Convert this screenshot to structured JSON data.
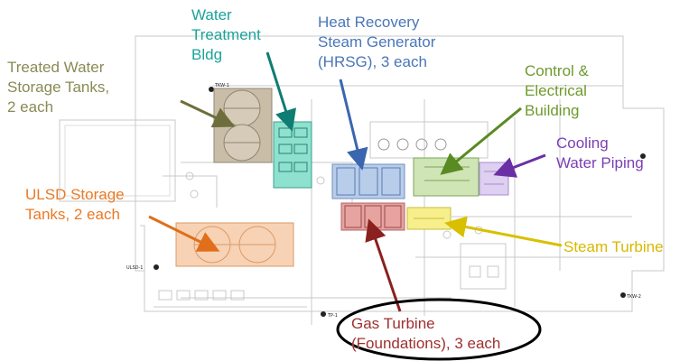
{
  "labels": {
    "treated_water": {
      "lines": [
        "Treated Water",
        "Storage Tanks,",
        "2 each"
      ],
      "color": "#8a8a55"
    },
    "water_treatment": {
      "lines": [
        "Water",
        "Treatment",
        "Bldg"
      ],
      "color": "#1aa39a"
    },
    "hrsg": {
      "lines": [
        "Heat Recovery",
        "Steam Generator",
        "(HRSG), 3 each"
      ],
      "color": "#4a76b8"
    },
    "control_electrical": {
      "lines": [
        "Control &",
        "Electrical",
        "Building"
      ],
      "color": "#6f9a2e"
    },
    "cooling_water": {
      "lines": [
        "Cooling",
        "Water Piping"
      ],
      "color": "#7a3fb5"
    },
    "ulsd": {
      "lines": [
        "ULSD Storage",
        "Tanks, 2 each"
      ],
      "color": "#ea7a26"
    },
    "steam_turbine": {
      "lines": [
        "Steam Turbine"
      ],
      "color": "#d8b800"
    },
    "gas_turbine": {
      "lines": [
        "Gas Turbine",
        "(Foundations), 3 each"
      ],
      "color": "#a03030"
    }
  },
  "plan_markers": [
    "TKW-1",
    "TKW-2",
    "ULSD-1",
    "TP-1"
  ]
}
